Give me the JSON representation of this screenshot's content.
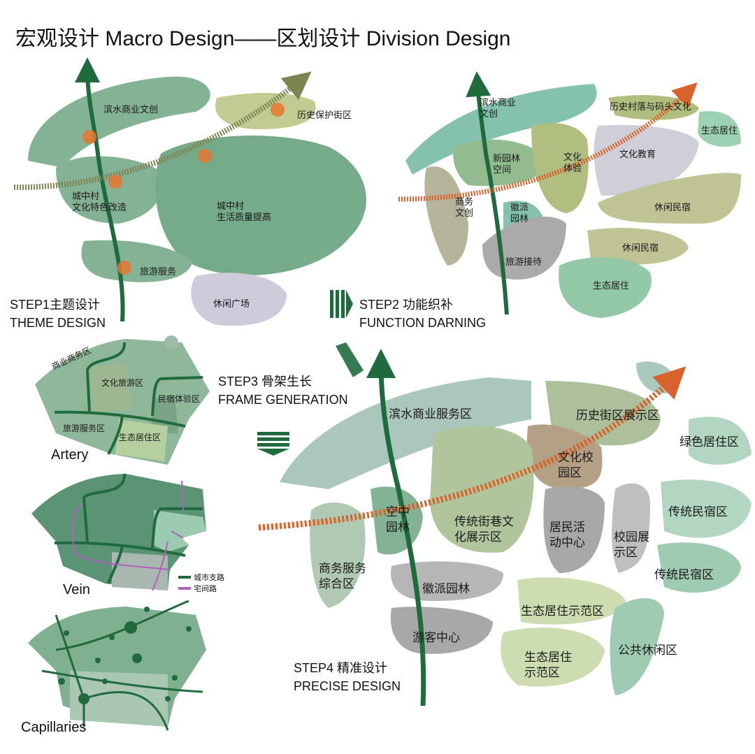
{
  "title": "宏观设计 Macro Design——区划设计  Division Design",
  "step1": {
    "zh": "STEP1主题设计",
    "en": "THEME DESIGN",
    "labels": [
      "滨水商业文创",
      "历史保护街区",
      "城中村\n文化特色改造",
      "城中村\n生活质量提高",
      "旅游服务",
      "休闲广场"
    ]
  },
  "step2": {
    "zh": "STEP2 功能织补",
    "en": "FUNCTION DARNING",
    "labels": [
      "滨水商业\n文创",
      "历史村落与码头文化",
      "生态居住",
      "新园林\n空间",
      "文化\n体验",
      "文化教育",
      "商务\n文创",
      "徽派\n园林",
      "休闲民宿",
      "休闲民宿",
      "旅游接待",
      "生态居住"
    ]
  },
  "step3": {
    "zh": "STEP3 骨架生长",
    "en": "FRAME GENERATION",
    "labels": [
      "商业商务区",
      "文化旅游区",
      "民宿体验区",
      "旅游服务区",
      "生态居住区"
    ],
    "artery": "Artery",
    "vein": "Vein",
    "capillaries": "Capillaries",
    "legend": [
      "城市支路",
      "宅间路"
    ]
  },
  "step4": {
    "zh": "STEP4 精准设计",
    "en": "PRECISE DESIGN",
    "labels": [
      "滨水商业服务区",
      "历史街区展示区",
      "绿色居住区",
      "文化校\n园区",
      "空中\n园林",
      "传统街巷文\n化展示区",
      "居民活\n动中心",
      "校园展\n示区",
      "传统民宿区",
      "传统民宿区",
      "商务服务\n综合区",
      "徽派园林",
      "生态居住示范区",
      "游客中心",
      "生态居住\n示范区",
      "公共休闲区"
    ]
  },
  "colors": {
    "darkGreen": "#1f6b3e",
    "orange": "#d9622a",
    "olive": "#7d8450",
    "teal": "#6fb8a0"
  }
}
